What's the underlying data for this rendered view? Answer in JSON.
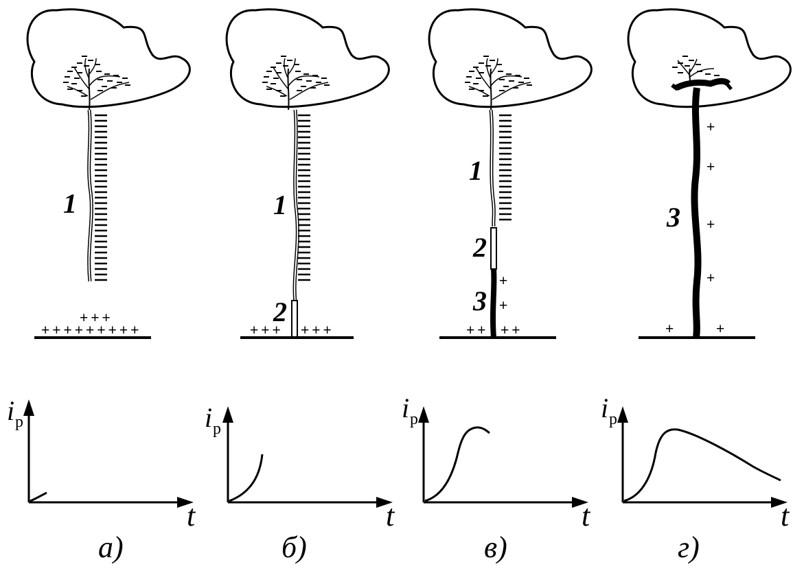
{
  "panels": [
    {
      "caption": "а)",
      "stage_labels": [
        "1"
      ],
      "ground_plus_top": "+++",
      "ground_plus_bottom": "+++++++++",
      "axis_y": "i",
      "axis_y_sub": "р",
      "axis_x": "t"
    },
    {
      "caption": "б)",
      "stage_labels": [
        "1",
        "2"
      ],
      "ground_plus_left": "+++",
      "ground_plus_right": "+++",
      "axis_y": "i",
      "axis_y_sub": "р",
      "axis_x": "t"
    },
    {
      "caption": "в)",
      "stage_labels": [
        "1",
        "2",
        "3"
      ],
      "channel_plus": [
        "+",
        "+"
      ],
      "ground_plus_left": "++",
      "ground_plus_right": "++",
      "axis_y": "i",
      "axis_y_sub": "р",
      "axis_x": "t"
    },
    {
      "caption": "г)",
      "stage_labels": [
        "3"
      ],
      "channel_plus": [
        "+",
        "+",
        "+",
        "+"
      ],
      "ground_plus_left": "+",
      "ground_plus_right": "+",
      "axis_y": "i",
      "axis_y_sub": "р",
      "axis_x": "t"
    }
  ],
  "colors": {
    "ink": "#000000",
    "background": "#ffffff"
  }
}
